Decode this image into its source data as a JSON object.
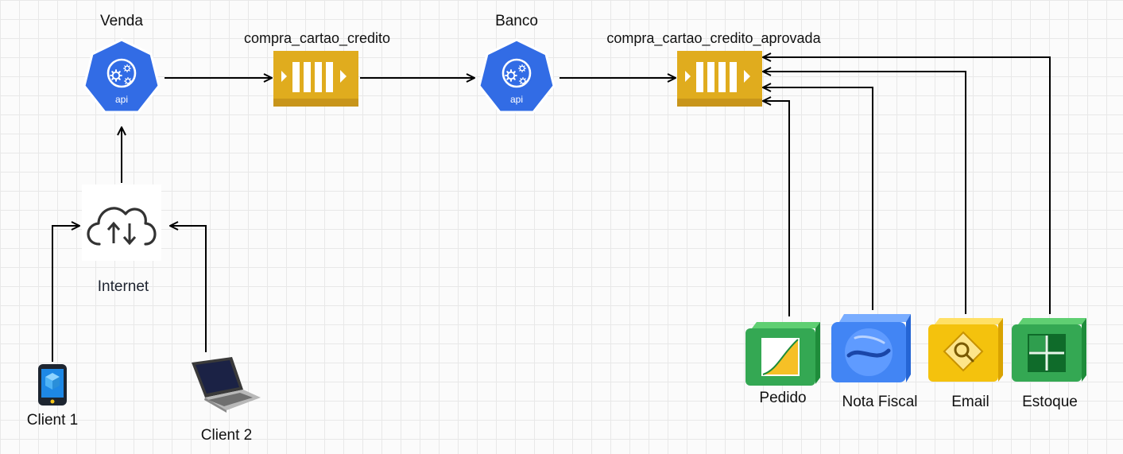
{
  "nodes": {
    "venda": {
      "label": "Venda",
      "badge": "api",
      "color": "#326ce5"
    },
    "queue_compra": {
      "label": "compra_cartao_credito",
      "color": "#e0ac1e"
    },
    "banco": {
      "label": "Banco",
      "badge": "api",
      "color": "#326ce5"
    },
    "queue_aprovada": {
      "label": "compra_cartao_credito_aprovada",
      "color": "#e0ac1e"
    },
    "internet": {
      "label": "Internet"
    },
    "client1": {
      "label": "Client 1"
    },
    "client2": {
      "label": "Client 2"
    },
    "pedido": {
      "label": "Pedido",
      "color": "#34a853"
    },
    "nota_fiscal": {
      "label": "Nota Fiscal",
      "color": "#4285f4"
    },
    "email": {
      "label": "Email",
      "color": "#f4c20d"
    },
    "estoque": {
      "label": "Estoque",
      "color": "#34a853"
    }
  },
  "edges": [
    {
      "from": "client1",
      "to": "internet"
    },
    {
      "from": "client2",
      "to": "internet"
    },
    {
      "from": "internet",
      "to": "venda"
    },
    {
      "from": "venda",
      "to": "queue_compra"
    },
    {
      "from": "queue_compra",
      "to": "banco"
    },
    {
      "from": "banco",
      "to": "queue_aprovada"
    },
    {
      "from": "pedido",
      "to": "queue_aprovada"
    },
    {
      "from": "nota_fiscal",
      "to": "queue_aprovada"
    },
    {
      "from": "email",
      "to": "queue_aprovada"
    },
    {
      "from": "estoque",
      "to": "queue_aprovada"
    }
  ]
}
